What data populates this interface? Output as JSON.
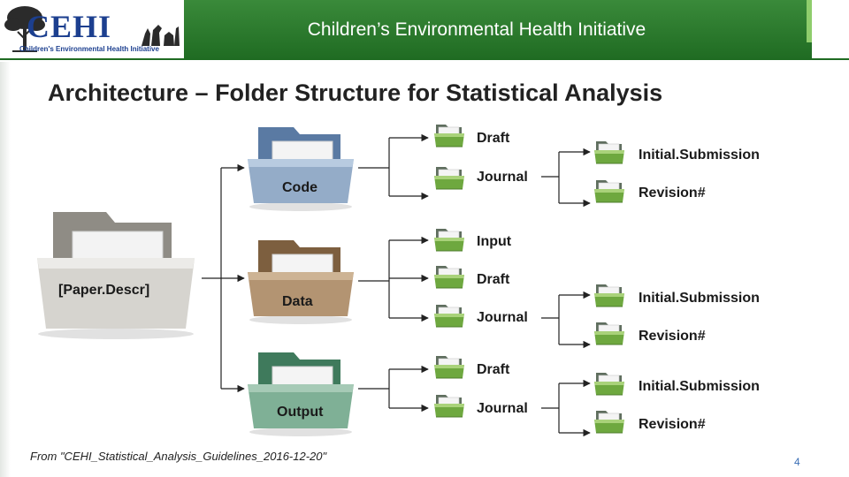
{
  "header": {
    "title": "Children’s Environmental Health Initiative",
    "logo_text": "CEHI",
    "logo_subtitle": "Children's Environmental Health Initiative",
    "band_color": "#2a7a2e",
    "accent_color": "#8fcd6c"
  },
  "page_title": "Architecture – Folder Structure for Statistical Analysis",
  "folders": {
    "root": "[Paper.Descr]",
    "code": "Code",
    "data": "Data",
    "output": "Output"
  },
  "code_branch": {
    "draft": "Draft",
    "journal": "Journal",
    "initial_submission": "Initial.Submission",
    "revision": "Revision#"
  },
  "data_branch": {
    "input": "Input",
    "draft": "Draft",
    "journal": "Journal",
    "initial_submission": "Initial.Submission",
    "revision": "Revision#"
  },
  "output_branch": {
    "draft": "Draft",
    "journal": "Journal",
    "initial_submission": "Initial.Submission",
    "revision": "Revision#"
  },
  "footer": {
    "source_note": "From \"CEHI_Statistical_Analysis_Guidelines_2016-12-20\"",
    "page_number": "4"
  },
  "icons": [
    "tree-icon",
    "animals-icon",
    "folder-icon",
    "small-folder-icon"
  ]
}
